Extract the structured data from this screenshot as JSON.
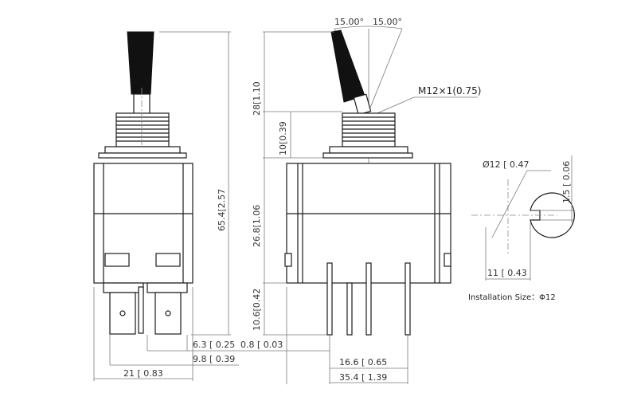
{
  "colors": {
    "line": "#1a1a1a",
    "dimension": "#7a7a7a",
    "text": "#333333",
    "background": "#ffffff"
  },
  "dimensions": {
    "overall_height": "65.4",
    "overall_height_in": "2.57",
    "lever_height": "28",
    "lever_height_in": "1.10",
    "bushing_height": "10",
    "bushing_height_in": "0.39",
    "body_height": "26.8",
    "body_height_in": "1.06",
    "terminal_length": "10.6",
    "terminal_length_in": "0.42",
    "terminal_width": "6.3",
    "terminal_width_in": "0.25",
    "terminal_spacing": "9.8",
    "terminal_spacing_in": "0.39",
    "body_width": "21",
    "body_width_in": "0.83",
    "terminal_thickness": "0.8",
    "terminal_thickness_in": "0.03",
    "pin_pitch": "16.6",
    "pin_pitch_in": "0.65",
    "body_length": "35.4",
    "body_length_in": "1.39",
    "hole_diameter": "Ø12",
    "hole_diameter_in": "0.47",
    "key_depth": "1.5",
    "key_depth_in": "0.06",
    "flat_width": "11",
    "flat_width_in": "0.43"
  },
  "angles": {
    "left": "15.00°",
    "right": "15.00°"
  },
  "thread": "M12×1(0.75)",
  "installation": "Installation Size：Φ12"
}
